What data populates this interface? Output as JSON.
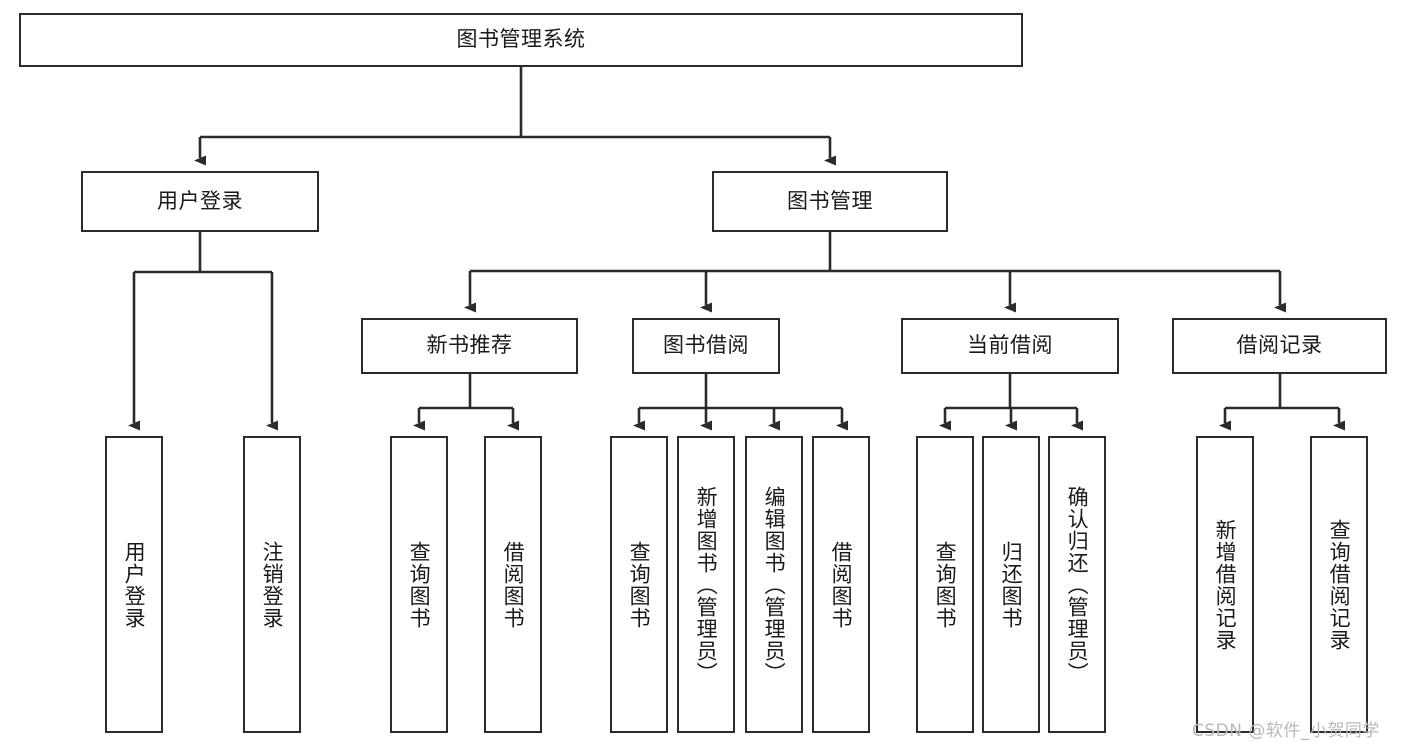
{
  "diagram": {
    "title": "图书管理系统",
    "type": "tree-hierarchy-chart",
    "root": {
      "label": "图书管理系统"
    },
    "level1": [
      {
        "label": "用户登录"
      },
      {
        "label": "图书管理"
      }
    ],
    "level2": [
      {
        "label": "新书推荐"
      },
      {
        "label": "图书借阅"
      },
      {
        "label": "当前借阅"
      },
      {
        "label": "借阅记录"
      }
    ],
    "leaves": {
      "user_login": [
        {
          "label": "用户登录"
        },
        {
          "label": "注销登录"
        }
      ],
      "new_book_recommend": [
        {
          "label": "查询图书"
        },
        {
          "label": "借阅图书"
        }
      ],
      "book_borrow": [
        {
          "label": "查询图书"
        },
        {
          "label": "新增图书（管理员）"
        },
        {
          "label": "编辑图书（管理员）"
        },
        {
          "label": "借阅图书"
        }
      ],
      "current_borrow": [
        {
          "label": "查询图书"
        },
        {
          "label": "归还图书"
        },
        {
          "label": "确认归还（管理员）"
        }
      ],
      "borrow_record": [
        {
          "label": "新增借阅记录"
        },
        {
          "label": "查询借阅记录"
        }
      ]
    }
  },
  "watermark": {
    "text": "CSDN @软件_小贺同学"
  },
  "colors": {
    "stroke": "#2b2b2b",
    "background": "#ffffff",
    "text": "#1a1a1a",
    "watermark": "#b9b9b9"
  }
}
